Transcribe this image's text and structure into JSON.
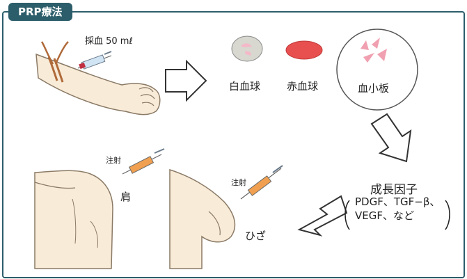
{
  "title": "PRP療法",
  "blood_draw": "採血 50 mℓ",
  "components": {
    "white_blood_cell": "白血球",
    "red_blood_cell": "赤血球",
    "platelet": "血小板"
  },
  "growth_factor": {
    "heading": "成長因子",
    "line1": "PDGF、TGF−β、",
    "line2": "VEGF、など"
  },
  "injection": {
    "shoulder_label": "注射",
    "shoulder": "肩",
    "knee_label": "注射",
    "knee": "ひざ"
  },
  "colors": {
    "accent": "#2c5d6a",
    "skin": "#f8ebd8",
    "skin_line": "#8a7a66",
    "red_cell": "#e8504f",
    "platelet": "#f0a0b0",
    "syringe_fill": "#f0a050"
  }
}
